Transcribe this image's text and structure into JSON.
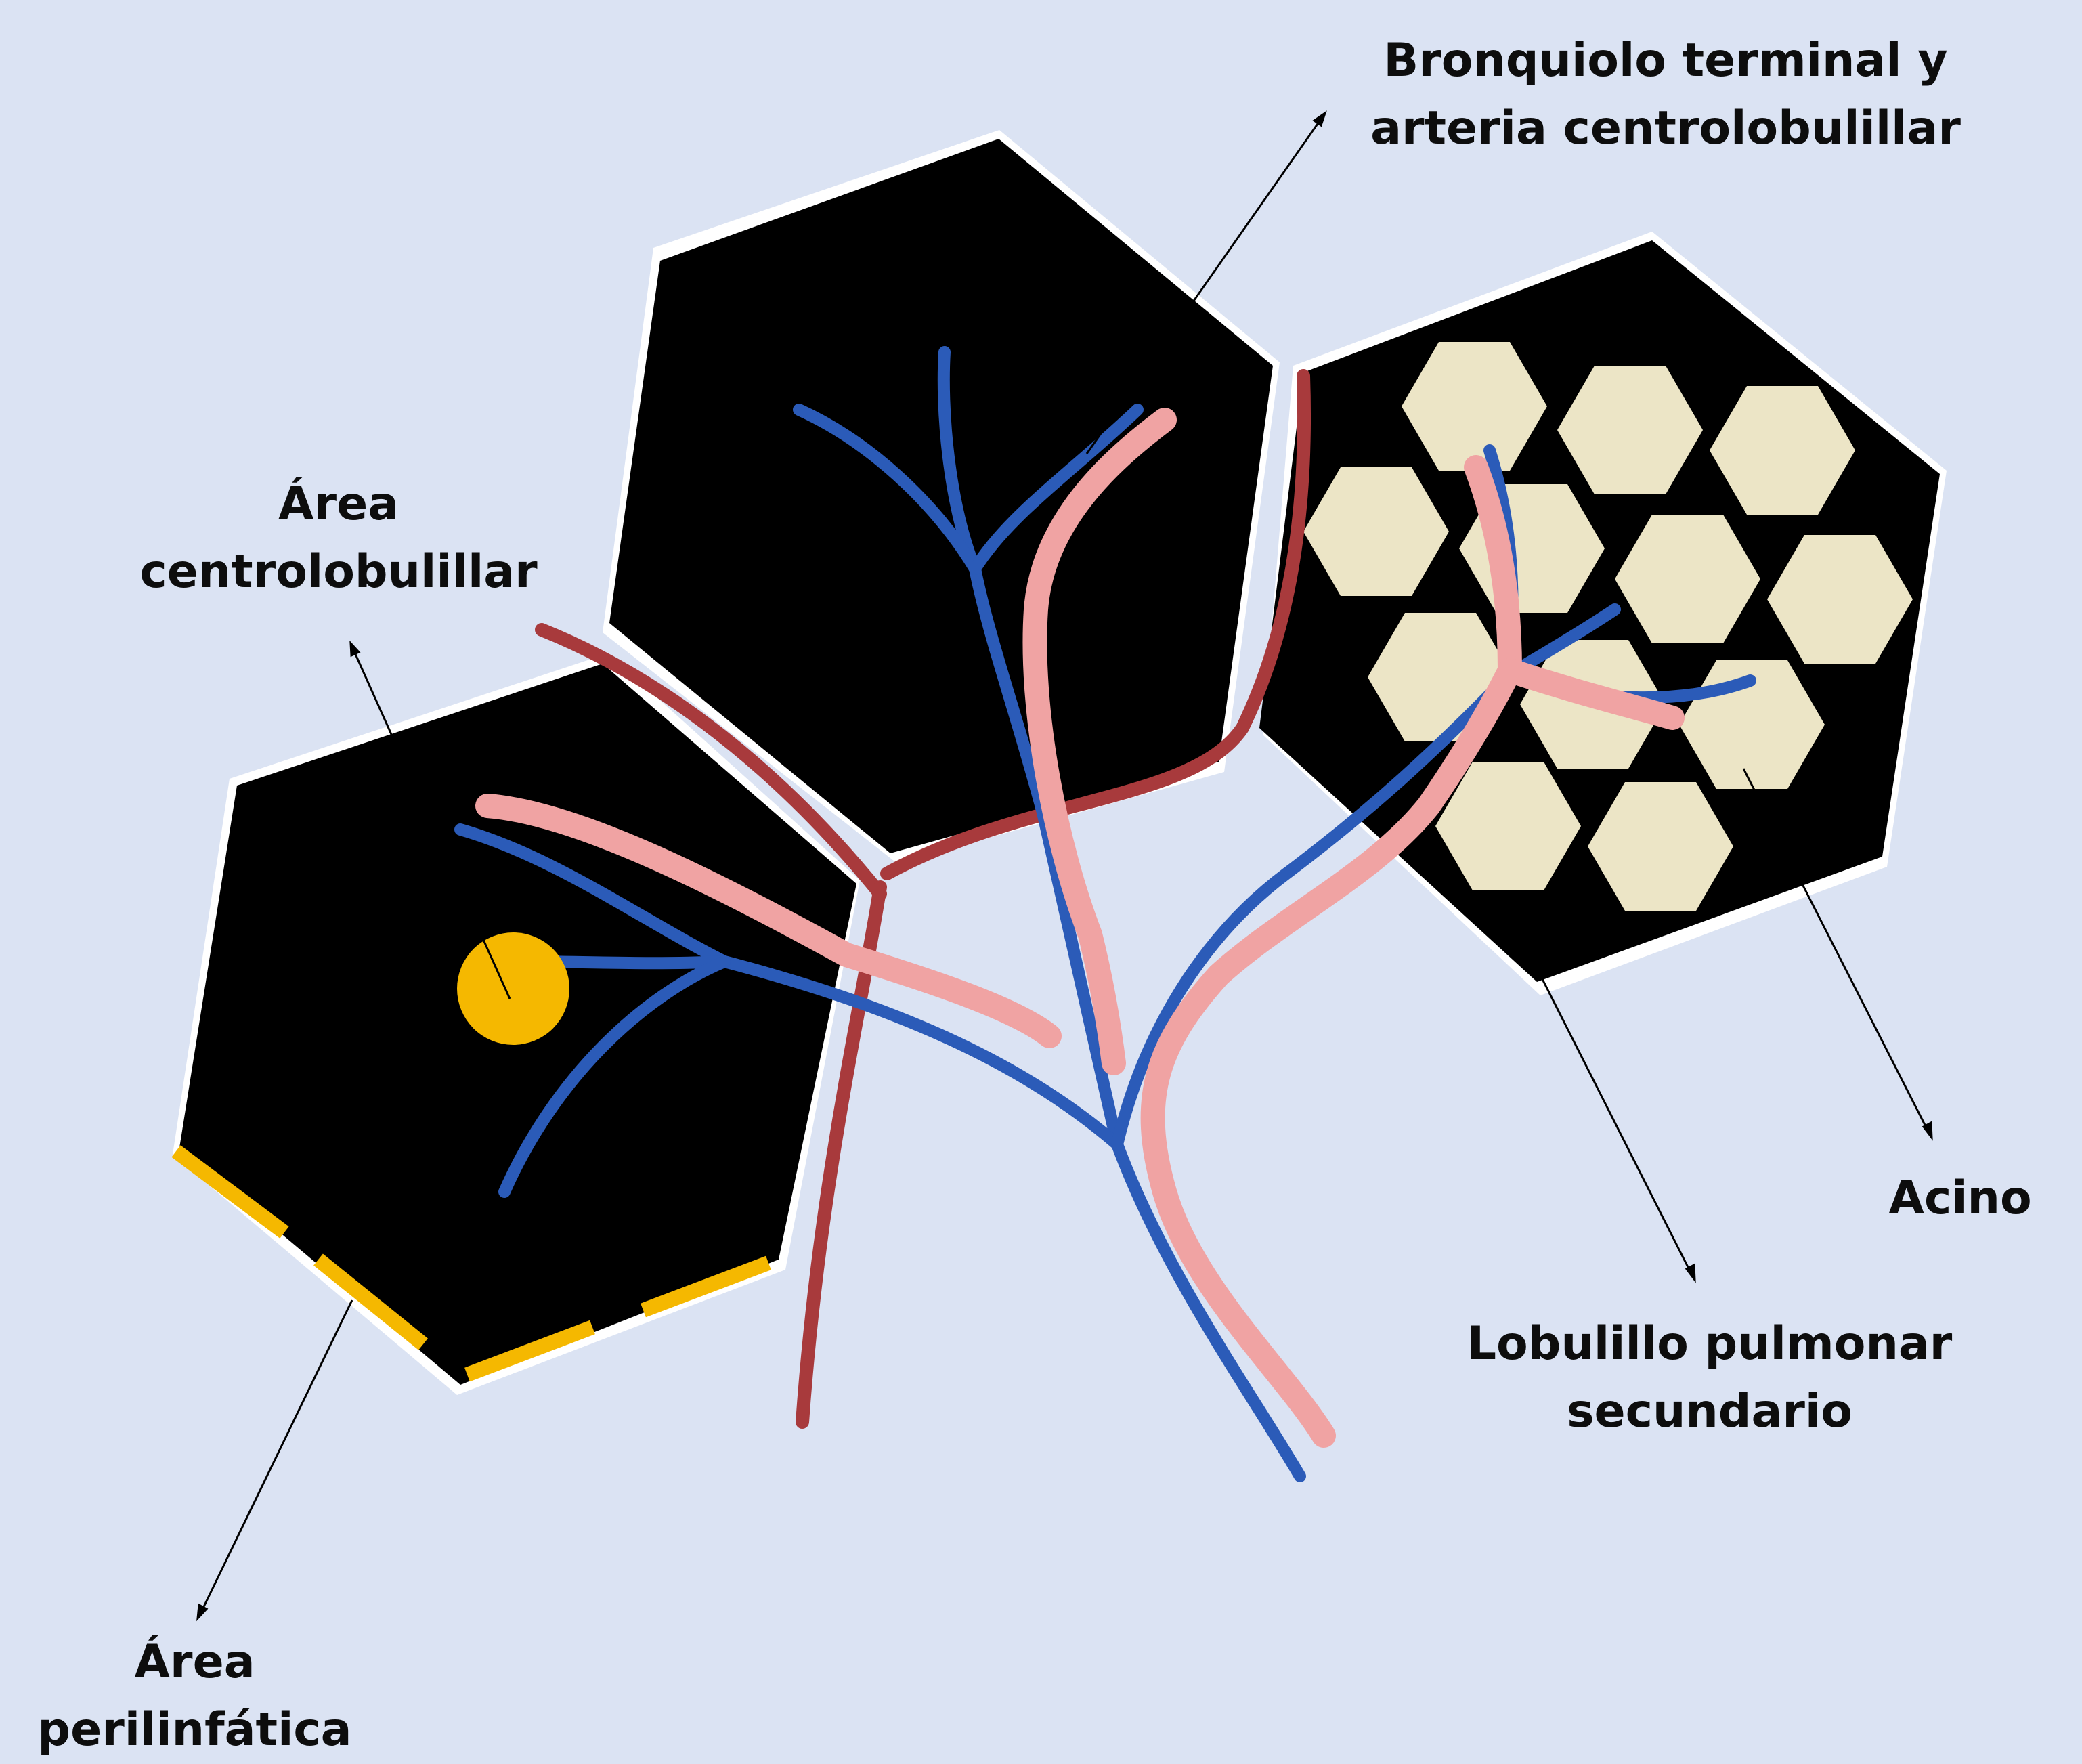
{
  "labels": {
    "bronquiolo": {
      "line1": "Bronquiolo terminal  y",
      "line2": "arteria centrolobulillar"
    },
    "area_centro": {
      "line1": "Área",
      "line2": "centrolobulillar"
    },
    "acino": "Acino",
    "lobulillo": {
      "line1": "Lobulillo pulmonar",
      "line2": "secundario"
    },
    "area_peri": {
      "line1": "Área",
      "line2": "perilinfática"
    }
  },
  "colors": {
    "background": "#dbe3f3",
    "lobule": "#000000",
    "acinus": "#ece5c6",
    "vein": "#a83a3c",
    "bronchiole": "#2b5bb8",
    "artery": "#f0a3a3",
    "lymphatic": "#f5b800"
  }
}
